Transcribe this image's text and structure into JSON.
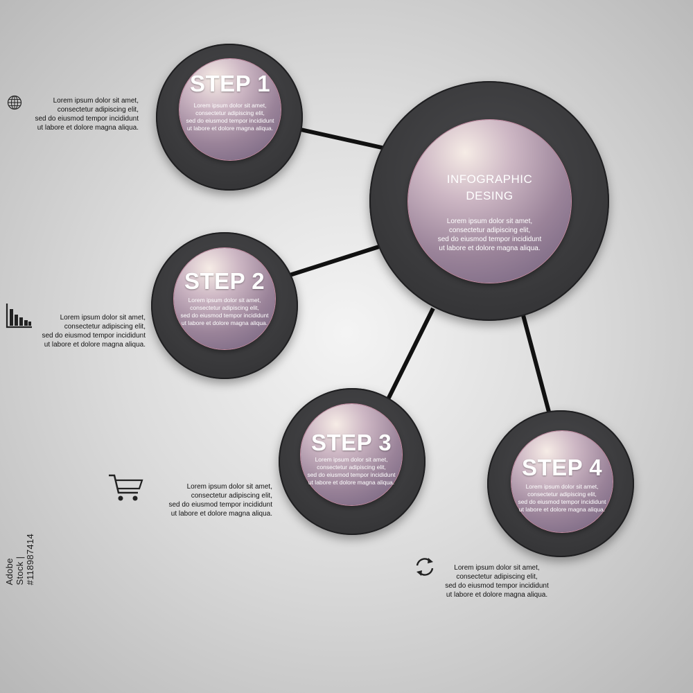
{
  "hub": {
    "title_line1": "INFOGRAPHIC",
    "title_line2": "DESING",
    "body": [
      "Lorem ipsum dolor sit amet,",
      "consectetur adipiscing elit,",
      "sed do eiusmod tempor incididunt",
      "ut labore et dolore magna aliqua."
    ]
  },
  "steps": [
    {
      "title": "STEP 1",
      "body": [
        "Lorem ipsum dolor sit amet,",
        "consectetur adipiscing elit,",
        "sed do eiusmod tempor incididunt",
        "ut labore et dolore magna aliqua."
      ],
      "side_text": [
        "Lorem ipsum dolor sit amet,",
        "consectetur adipiscing elit,",
        "sed do eiusmod tempor incididunt",
        "ut labore et dolore magna aliqua."
      ],
      "icon": "globe-icon"
    },
    {
      "title": "STEP 2",
      "body": [
        "Lorem ipsum dolor sit amet,",
        "consectetur adipiscing elit,",
        "sed do eiusmod tempor incididunt",
        "ut labore et dolore magna aliqua."
      ],
      "side_text": [
        "Lorem ipsum dolor sit amet,",
        "consectetur adipiscing elit,",
        "sed do eiusmod tempor incididunt",
        "ut labore et dolore magna aliqua."
      ],
      "icon": "bar-chart-icon"
    },
    {
      "title": "STEP 3",
      "body": [
        "Lorem ipsum dolor sit amet,",
        "consectetur adipiscing elit,",
        "sed do eiusmod tempor incididunt",
        "ut labore et dolore magna aliqua."
      ],
      "side_text": [
        "Lorem ipsum dolor sit amet,",
        "consectetur adipiscing elit,",
        "sed do eiusmod tempor incididunt",
        "ut labore et dolore magna aliqua."
      ],
      "icon": "shopping-cart-icon"
    },
    {
      "title": "STEP 4",
      "body": [
        "Lorem ipsum dolor sit amet,",
        "consectetur adipiscing elit,",
        "sed do eiusmod tempor incididunt",
        "ut labore et dolore magna aliqua."
      ],
      "side_text": [
        "Lorem ipsum dolor sit amet,",
        "consectetur adipiscing elit,",
        "sed do eiusmod tempor incididunt",
        "ut labore et dolore magna aliqua."
      ],
      "icon": "refresh-icon"
    }
  ],
  "watermark": "Adobe Stock | #118987414",
  "colors": {
    "ring": "#3a3a3c",
    "disc_light": "#f6ece6",
    "disc_dark": "#6f5f7c",
    "connector": "#111111",
    "text_dark": "#111111"
  }
}
